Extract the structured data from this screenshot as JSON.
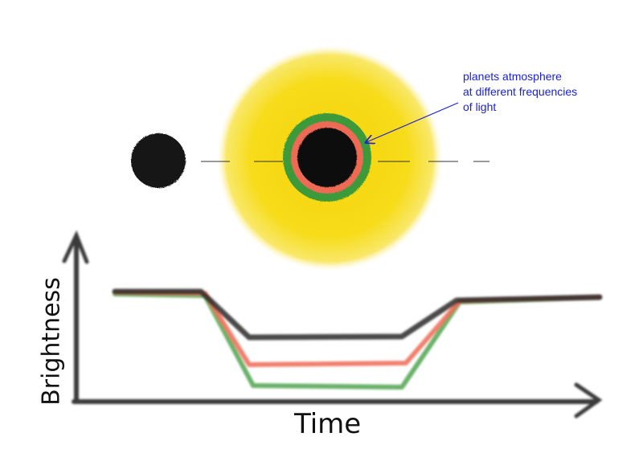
{
  "diagram": {
    "annotation": {
      "lines": [
        "planets atmosphere",
        "at different frequencies",
        "of light"
      ],
      "color": "#1a22d6"
    },
    "axes": {
      "xlabel": "Time",
      "ylabel": "Brightness"
    },
    "colors": {
      "star": "#f7dc1a",
      "planet": "#111111",
      "atmosphere_outer": "#3d9a3a",
      "atmosphere_inner": "#ee6a55",
      "curve_black": "#2a2a2a",
      "curve_red": "#ee6a55",
      "curve_green": "#5aa85a"
    }
  },
  "chart_data": {
    "type": "line",
    "xlabel": "Time",
    "ylabel": "Brightness",
    "series": [
      {
        "color": "#2a2a2a",
        "depth": 0.3
      },
      {
        "color": "#ee6a55",
        "depth": 0.55
      },
      {
        "color": "#5aa85a",
        "depth": 0.75
      }
    ]
  }
}
